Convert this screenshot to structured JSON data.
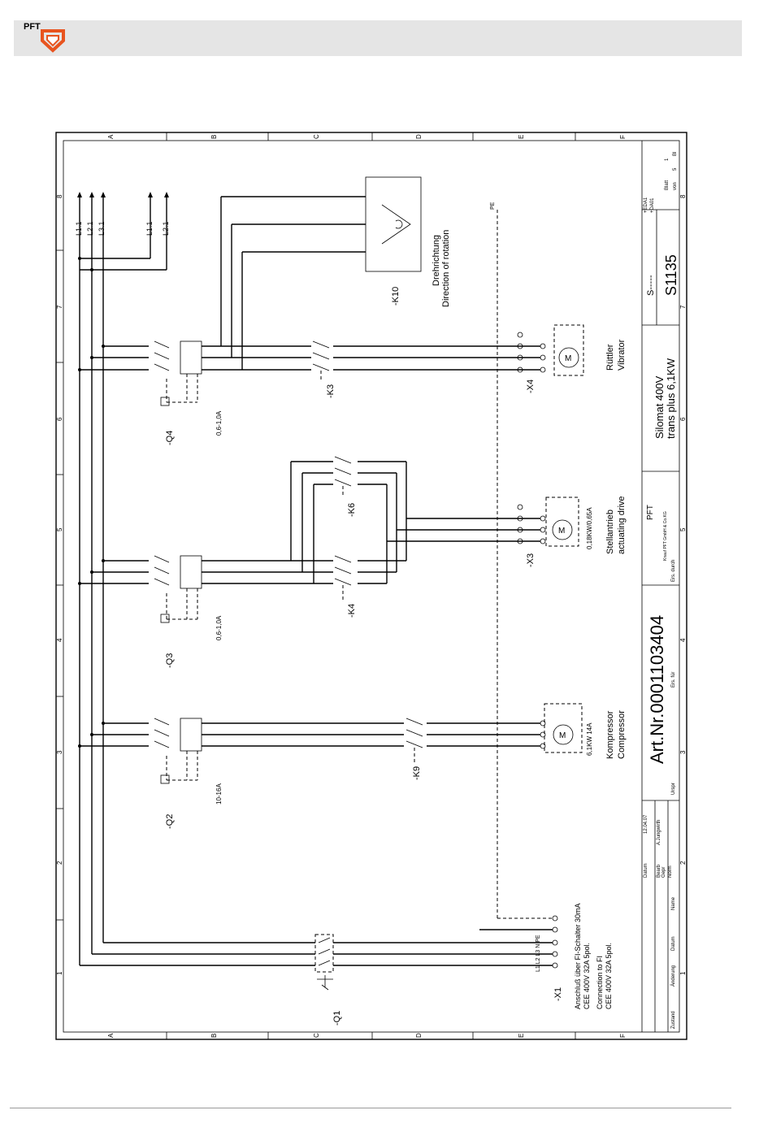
{
  "brand": {
    "logo_text": "PFT",
    "accent": "#e8541f"
  },
  "frame": {
    "rows": [
      "A",
      "B",
      "C",
      "D",
      "E",
      "F"
    ],
    "cols": [
      "1",
      "2",
      "3",
      "4",
      "5",
      "6",
      "7",
      "8"
    ]
  },
  "supply": {
    "l1": "L1.1",
    "l2": "L2.1",
    "l3": "L3.1",
    "l1b": "L1.1",
    "l2b": "L2.1",
    "pe": "PE"
  },
  "devices": {
    "q1": "-Q1",
    "q2": "-Q2",
    "q3": "-Q3",
    "q4": "-Q4",
    "k3": "-K3",
    "k4": "-K4",
    "k6": "-K6",
    "k9": "-K9",
    "k10": "-K10",
    "x1": "-X1",
    "x3": "-X3",
    "x4": "-X4",
    "q2_range": "10-16A",
    "q3_range": "0,6-1,0A",
    "q4_range": "0,6-1,0A",
    "m_compressor_rating": "6,1KW 14A",
    "m_drive_rating": "0,18KW/0,65A"
  },
  "labels": {
    "compressor_de": "Kompressor",
    "compressor_en": "Compressor",
    "drive_de": "Stellantrieb",
    "drive_en": "actuating drive",
    "vibrator_de": "Rüttler",
    "vibrator_en": "Vibrator",
    "rotation_de": "Drehrichtung",
    "rotation_en": "Direction of rotation",
    "x1_line1": "Anschluß über FI-Schalter 30mA",
    "x1_line2": "CEE 400V 32A 5pol.",
    "x1_line3": "Connection to FI",
    "x1_line4": "CEE 400V 32A 5pol.",
    "x1_pins": "L1 L2 L3  N  PE"
  },
  "title_block": {
    "art_nr": "Art.Nr.0001103404",
    "name1": "Silomat 400V",
    "name2": "trans plus 6,1KW",
    "s_code": "S-----",
    "drawing_no": "S1135",
    "date_label": "Datum",
    "date": "12.04.07",
    "bearb_label": "Bearb",
    "bearb": "A.Jungwirth",
    "gepr_label": "Gepr",
    "norm_label": "Norm",
    "zustand": "Zustand",
    "aenderung": "Änderung",
    "datum2": "Datum",
    "name": "Name",
    "urspr": "Urspr",
    "ers_fuer": "Ers. für",
    "ers_durch": "Ers. durch",
    "blatt_label": "Blatt",
    "blatt": "1",
    "von_label": "von",
    "von": "5",
    "bl": "Bl",
    "eda": "+EDA1",
    "eda2": "+DA01",
    "maker": "PFT",
    "maker_sub": "Knauf PFT GmbH & Co.KG"
  }
}
